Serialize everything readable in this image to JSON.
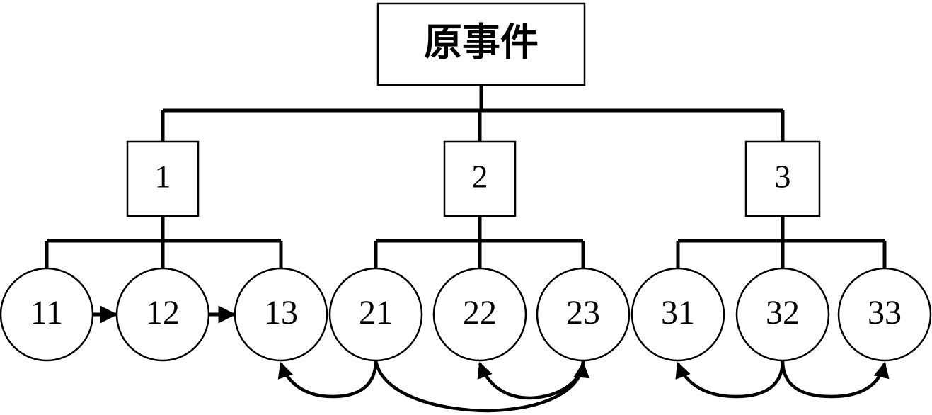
{
  "diagram": {
    "root": {
      "label": "原事件"
    },
    "groups": [
      {
        "label": "1",
        "children": [
          "11",
          "12",
          "13"
        ]
      },
      {
        "label": "2",
        "children": [
          "21",
          "22",
          "23"
        ]
      },
      {
        "label": "3",
        "children": [
          "31",
          "32",
          "33"
        ]
      }
    ],
    "sequence_links": [
      {
        "from": "11",
        "to": "12"
      },
      {
        "from": "12",
        "to": "13"
      }
    ],
    "curved_links": [
      {
        "from": "21",
        "to": "13"
      },
      {
        "from": "21",
        "to": "23"
      },
      {
        "from": "23",
        "to": "22"
      },
      {
        "from": "32",
        "to": "31"
      },
      {
        "from": "32",
        "to": "33"
      }
    ]
  }
}
